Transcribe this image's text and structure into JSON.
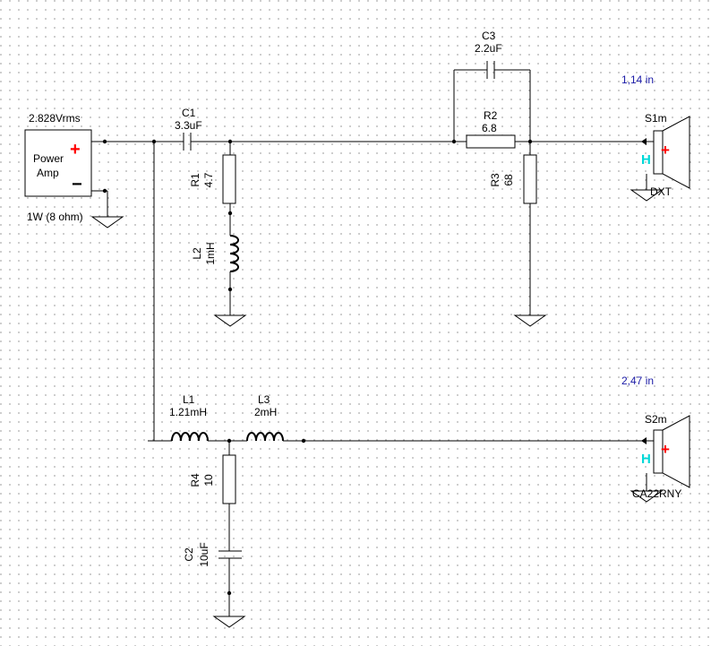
{
  "amp": {
    "voltage": "2.828Vrms",
    "label_line1": "Power",
    "label_line2": "Amp",
    "plus": "+",
    "minus": "−",
    "load": "1W (8 ohm)",
    "plus_color": "#ff0000"
  },
  "components": {
    "c1": {
      "ref": "C1",
      "value": "3.3uF"
    },
    "c2": {
      "ref": "C2",
      "value": "10uF"
    },
    "c3": {
      "ref": "C3",
      "value": "2.2uF"
    },
    "r1": {
      "ref": "R1",
      "value": "4.7"
    },
    "r2": {
      "ref": "R2",
      "value": "6.8"
    },
    "r3": {
      "ref": "R3",
      "value": "68"
    },
    "r4": {
      "ref": "R4",
      "value": "10"
    },
    "l1": {
      "ref": "L1",
      "value": "1.21mH"
    },
    "l2": {
      "ref": "L2",
      "value": "1mH"
    },
    "l3": {
      "ref": "L3",
      "value": "2mH"
    }
  },
  "speakers": {
    "s1": {
      "ref": "S1m",
      "model": "DXT",
      "position": "1,14 in",
      "plus": "+",
      "mark": "H"
    },
    "s2": {
      "ref": "S2m",
      "model": "CA22RNY",
      "position": "2,47 in",
      "plus": "+",
      "mark": "H"
    }
  },
  "colors": {
    "position_text": "#1a1aa6",
    "mark": "#00d8d8",
    "plus": "#ff0000"
  }
}
